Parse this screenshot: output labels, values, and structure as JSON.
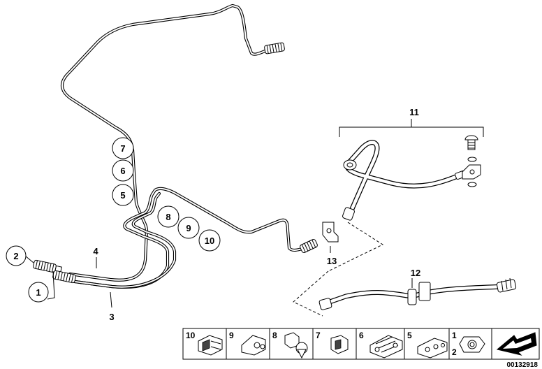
{
  "callouts": {
    "c1": "1",
    "c2": "2",
    "c3": "3",
    "c4": "4",
    "c5": "5",
    "c6": "6",
    "c7": "7",
    "c8": "8",
    "c9": "9",
    "c10": "10",
    "c11": "11",
    "c12": "12",
    "c13": "13"
  },
  "legend": {
    "items": [
      {
        "number": "10",
        "icon": "pipe-clip-double-icon"
      },
      {
        "number": "9",
        "icon": "pipe-holder-icon"
      },
      {
        "number": "8",
        "icon": "clip-with-push-pin-icon"
      },
      {
        "number": "7",
        "icon": "cable-clip-icon"
      },
      {
        "number": "6",
        "icon": "triple-pipe-clip-icon"
      },
      {
        "number": "5",
        "icon": "double-pipe-holder-icon"
      }
    ],
    "fitting_numbers": [
      "1",
      "2"
    ],
    "fitting_icon": "screw-fitting-icon",
    "arrow_icon": "direction-arrow-icon"
  },
  "document_number": "00132918"
}
